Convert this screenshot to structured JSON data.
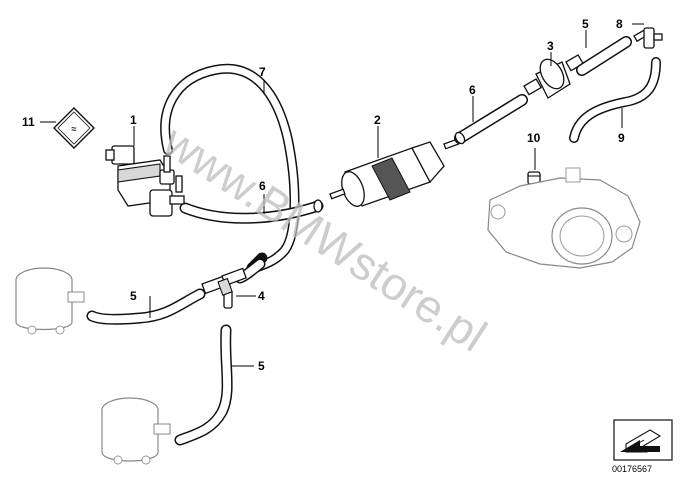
{
  "callouts": [
    {
      "id": "1",
      "label": "1"
    },
    {
      "id": "2",
      "label": "2"
    },
    {
      "id": "3",
      "label": "3"
    },
    {
      "id": "4",
      "label": "4"
    },
    {
      "id": "5a",
      "label": "5"
    },
    {
      "id": "5b",
      "label": "5"
    },
    {
      "id": "5c",
      "label": "5"
    },
    {
      "id": "6a",
      "label": "6"
    },
    {
      "id": "6b",
      "label": "6"
    },
    {
      "id": "7",
      "label": "7"
    },
    {
      "id": "8",
      "label": "8"
    },
    {
      "id": "9",
      "label": "9"
    },
    {
      "id": "10",
      "label": "10"
    },
    {
      "id": "11",
      "label": "11"
    }
  ],
  "watermark": "www.BMWstore.pl",
  "diagram_code": "00176567",
  "colors": {
    "line": "#111111",
    "background": "#ffffff",
    "watermark": "#bdbdbd"
  }
}
